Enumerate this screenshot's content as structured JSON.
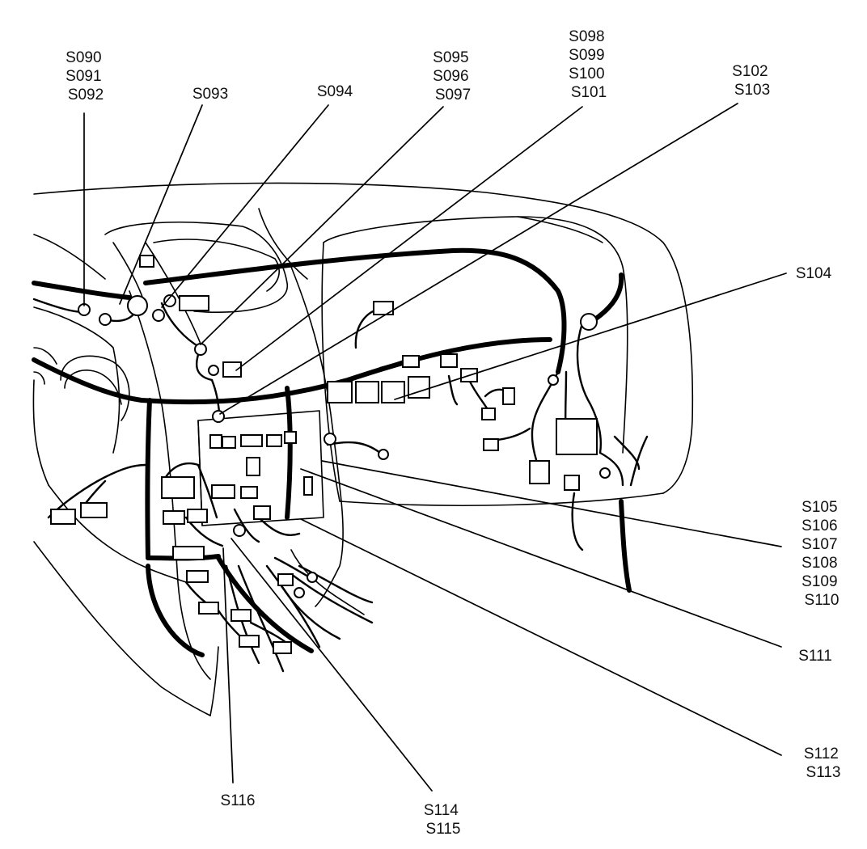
{
  "callouts": [
    {
      "id": "c-s090",
      "lines": [
        "S090",
        "S091",
        "S092"
      ]
    },
    {
      "id": "c-s093",
      "lines": [
        "S093"
      ]
    },
    {
      "id": "c-s094",
      "lines": [
        "S094"
      ]
    },
    {
      "id": "c-s095",
      "lines": [
        "S095",
        "S096",
        "S097"
      ]
    },
    {
      "id": "c-s098",
      "lines": [
        "S098",
        "S099",
        "S100",
        "S101"
      ]
    },
    {
      "id": "c-s102",
      "lines": [
        "S102",
        "S103"
      ]
    },
    {
      "id": "c-s104",
      "lines": [
        "S104"
      ]
    },
    {
      "id": "c-s105",
      "lines": [
        "S105",
        "S106",
        "S107",
        "S108",
        "S109",
        "S110"
      ]
    },
    {
      "id": "c-s111",
      "lines": [
        "S111"
      ]
    },
    {
      "id": "c-s112",
      "lines": [
        "S112",
        "S113"
      ]
    },
    {
      "id": "c-s114",
      "lines": [
        "S114",
        "S115"
      ]
    },
    {
      "id": "c-s116",
      "lines": [
        "S116"
      ]
    }
  ]
}
